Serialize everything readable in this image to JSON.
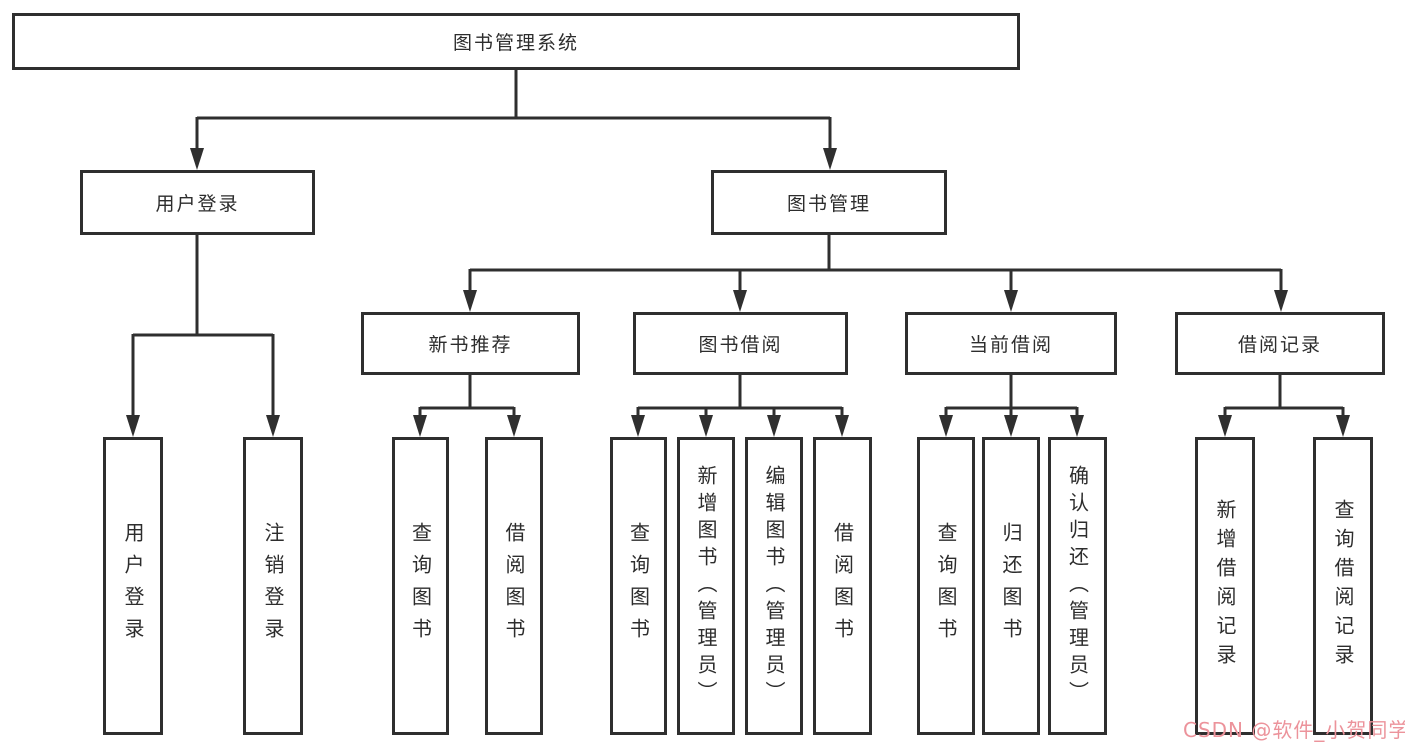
{
  "tree": {
    "label": "图书管理系统",
    "children": [
      {
        "label": "用户登录",
        "children": [
          {
            "label": "用户登录"
          },
          {
            "label": "注销登录"
          }
        ]
      },
      {
        "label": "图书管理",
        "children": [
          {
            "label": "新书推荐",
            "children": [
              {
                "label": "查询图书"
              },
              {
                "label": "借阅图书"
              }
            ]
          },
          {
            "label": "图书借阅",
            "children": [
              {
                "label": "查询图书"
              },
              {
                "label": "新增图书（管理员）"
              },
              {
                "label": "编辑图书（管理员）"
              },
              {
                "label": "借阅图书"
              }
            ]
          },
          {
            "label": "当前借阅",
            "children": [
              {
                "label": "查询图书"
              },
              {
                "label": "归还图书"
              },
              {
                "label": "确认归还（管理员）"
              }
            ]
          },
          {
            "label": "借阅记录",
            "children": [
              {
                "label": "新增借阅记录"
              },
              {
                "label": "查询借阅记录"
              }
            ]
          }
        ]
      }
    ]
  },
  "watermark": {
    "text": "CSDN @软件_小贺同学",
    "color": "#ec939b"
  },
  "colors": {
    "line": "#2f2f2f",
    "border": "#2f2f2f",
    "text": "#2d2d2d",
    "background": "#ffffff"
  }
}
